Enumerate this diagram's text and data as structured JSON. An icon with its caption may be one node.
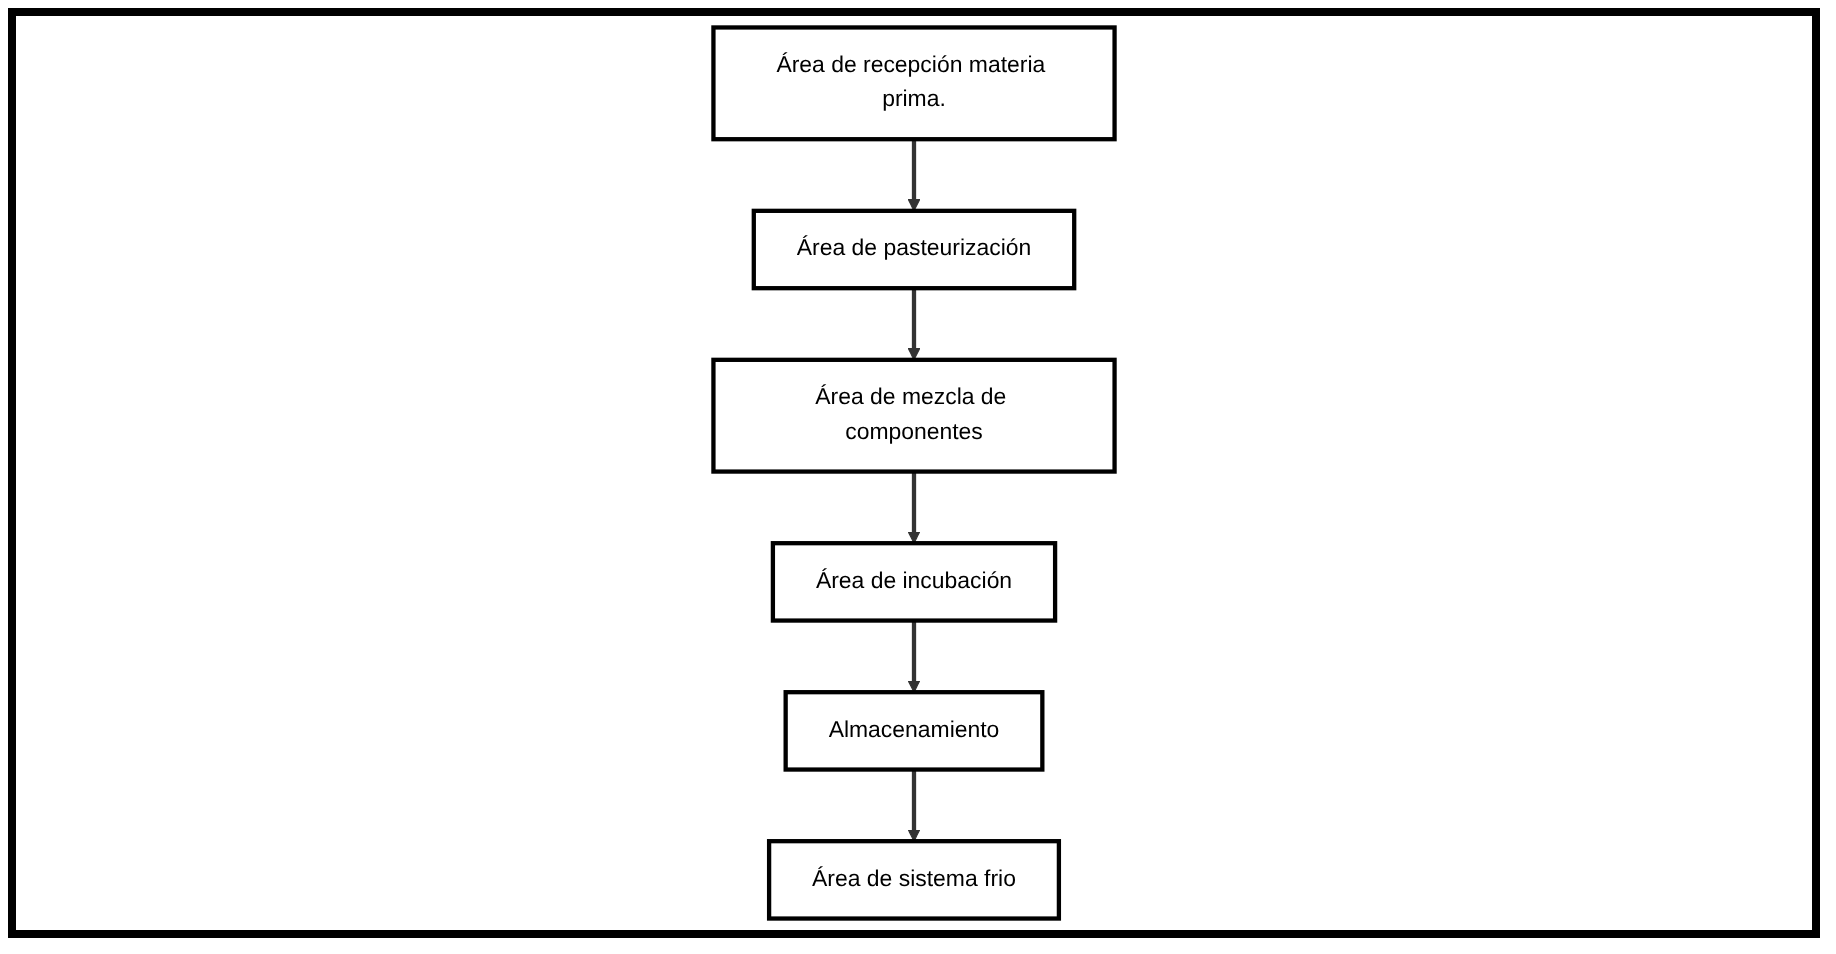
{
  "diagram": {
    "nodes": [
      {
        "text": [
          "Área de recepción materia prima."
        ]
      },
      {
        "text": [
          "Área de pasteurización"
        ]
      },
      {
        "text": [
          "Área de mezcla de componentes"
        ]
      },
      {
        "text": [
          "Área de incubación"
        ]
      },
      {
        "text": [
          "Almacenamiento"
        ]
      },
      {
        "text": [
          "Área de sistema frio"
        ]
      }
    ],
    "edges": [
      {
        "from": 0,
        "to": 1,
        "arrow": "to"
      },
      {
        "from": 1,
        "to": 2,
        "arrow": "to"
      },
      {
        "from": 2,
        "to": 3,
        "arrow": "to"
      },
      {
        "from": 3,
        "to": 4,
        "arrow": "to"
      },
      {
        "from": 4,
        "to": 5,
        "arrow": "to"
      }
    ]
  }
}
